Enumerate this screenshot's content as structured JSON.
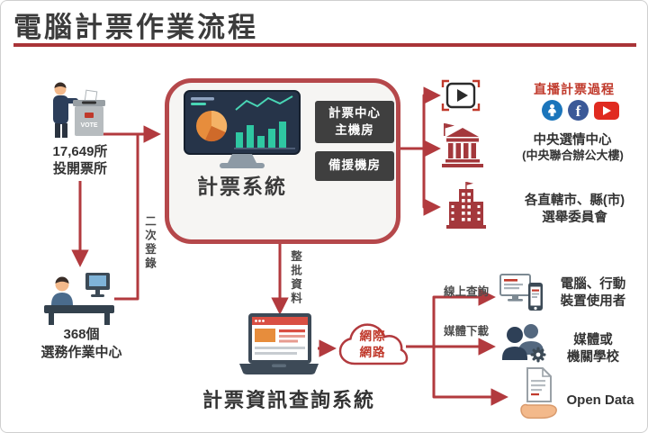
{
  "colors": {
    "accent": "#b23a3e",
    "rule": "#a93438",
    "box_border": "#b5484b",
    "box_bg": "#f6f5f3",
    "dark_box": "#3f3f3f",
    "broadcast_red": "#c0392b",
    "building_red": "#a4383c",
    "facebook_blue": "#3b5998",
    "youtube_red": "#e02b20",
    "cec_blue": "#1b75bb",
    "title_text": "#3c3c3c"
  },
  "title": "電腦計票作業流程",
  "left_flow": {
    "polling_count": "17,649所",
    "polling_label": "投開票所",
    "vote_box": "VOTE",
    "second_entry": "二次登錄",
    "center_count": "368個",
    "center_label": "選務作業中心"
  },
  "system": {
    "name": "計票系統",
    "main_room_line1": "計票中心",
    "main_room_line2": "主機房",
    "backup_room": "備援機房",
    "batch_data": "整批資料"
  },
  "broadcast": {
    "label": "直播計票過程",
    "facebook_letter": "f"
  },
  "destinations": {
    "central_line1": "中央選情中心",
    "central_line2": "(中央聯合辦公大樓)",
    "local_line1": "各直轄市、縣(市)",
    "local_line2": "選舉委員會"
  },
  "query": {
    "name": "計票資訊查詢系統",
    "cloud_line1": "網際",
    "cloud_line2": "網路",
    "online_query": "線上查詢",
    "media_download": "媒體下載",
    "users_line1": "電腦、行動",
    "users_line2": "裝置使用者",
    "media_line1": "媒體或",
    "media_line2": "機關學校",
    "open_data": "Open Data"
  }
}
